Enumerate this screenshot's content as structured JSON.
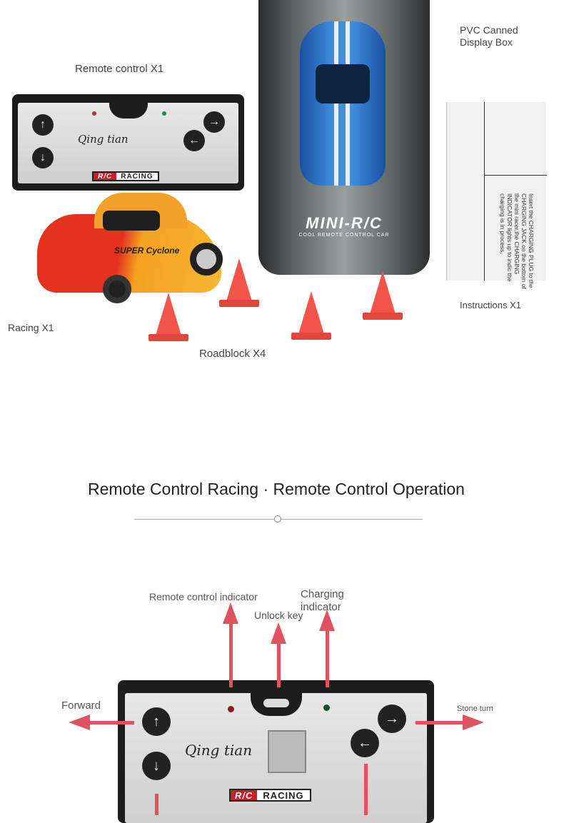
{
  "top": {
    "labels": {
      "remote_control": "Remote control X1",
      "display_box": "PVC Canned\nDisplay Box",
      "racing": "Racing X1",
      "roadblock": "Roadblock X4",
      "instructions": "Instructions X1"
    },
    "can_brand": "MINI-R/C",
    "can_tagline": "COOL REMOTE CONTROL CAR",
    "car_decal": "SUPER Cyclone",
    "instructions_text": "Insert the CHARGING PLUG to the CHARGING JACK on the bottom of the mini racer,the CHARGING INDICATOR lights up to indic the charging is in process."
  },
  "remote": {
    "logo": "Qing tian",
    "rc_badge": "R/C",
    "racing_badge": "RACING"
  },
  "section": {
    "title": "Remote Control Racing · Remote Control Operation"
  },
  "annotations": {
    "remote_indicator": "Remote control indicator",
    "unlock_key": "Unlock key",
    "charging_indicator": "Charging\nindicator",
    "forward": "Forward",
    "stone_turn": "Stone turn"
  },
  "colors": {
    "arrow": "#e0525f",
    "cone": "#f2544a"
  }
}
